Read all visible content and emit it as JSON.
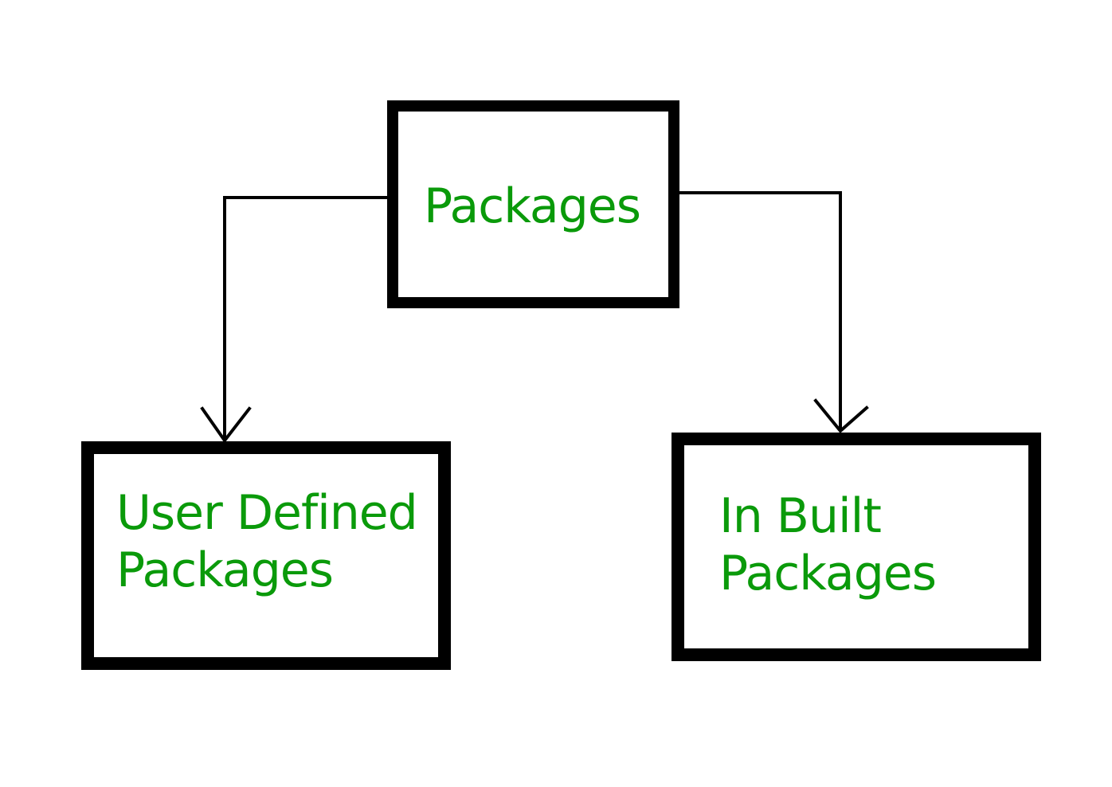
{
  "diagram": {
    "label_color": "#0a9a0a",
    "line_color": "#000000",
    "root": {
      "lines": [
        "Packages"
      ]
    },
    "children": [
      {
        "lines": [
          "User Defined",
          "Packages"
        ]
      },
      {
        "lines": [
          "In Built",
          "Packages"
        ]
      }
    ]
  }
}
